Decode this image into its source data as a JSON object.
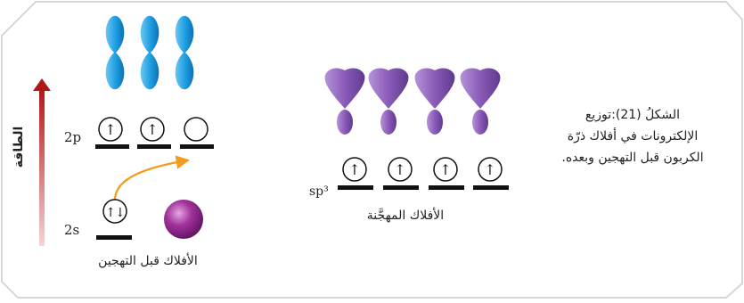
{
  "labels": {
    "energy_axis": "الطاقة",
    "level_2p": "2p",
    "level_2s": "2s",
    "level_sp3": "sp³",
    "before_hybridization": "الأفلاك قبل التهجين",
    "hybrid_orbitals": "الأفلاك المهجَّنة"
  },
  "caption": {
    "line1": "الشكلُ (21):توزيع",
    "line2": "الإلكترونات في أفلاك ذرّة",
    "line3": "الكربون قبل التهجين وبعده."
  },
  "orbitals_2p": [
    {
      "name": "2p-1",
      "electrons": "↑"
    },
    {
      "name": "2p-2",
      "electrons": "↑"
    },
    {
      "name": "2p-3",
      "electrons": ""
    }
  ],
  "orbital_2s": {
    "electrons": "↑↓"
  },
  "orbitals_sp3": [
    {
      "electrons": "↑"
    },
    {
      "electrons": "↑"
    },
    {
      "electrons": "↑"
    },
    {
      "electrons": "↑"
    }
  ],
  "colors": {
    "p_lobe": "#1a9be0",
    "sp3_lobe": "#8a5bb8",
    "s_sphere": "#8e2a8c",
    "promotion_arrow": "#f39c1f",
    "energy_arrow_top": "#b22222",
    "energy_arrow_bottom": "#f4c9c9"
  }
}
